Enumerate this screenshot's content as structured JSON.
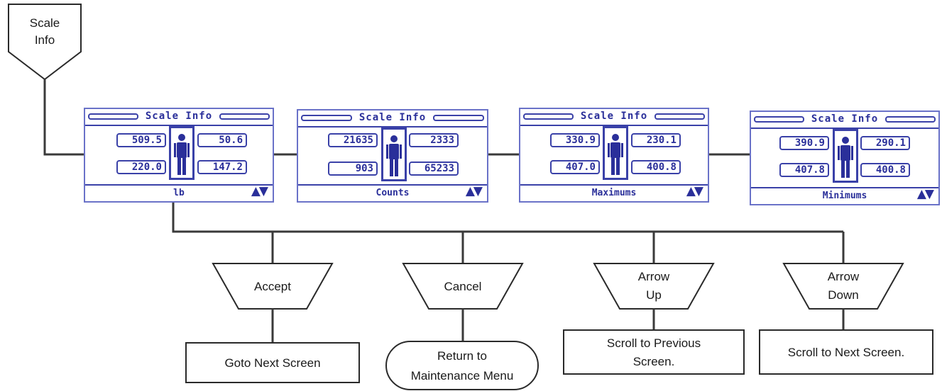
{
  "start": {
    "label_line1": "Scale",
    "label_line2": "Info"
  },
  "screens": [
    {
      "title": "Scale Info",
      "tl": "509.5",
      "tr": "50.6",
      "bl": "220.0",
      "br": "147.2",
      "footer": "lb"
    },
    {
      "title": "Scale Info",
      "tl": "21635",
      "tr": "2333",
      "bl": "903",
      "br": "65233",
      "footer": "Counts"
    },
    {
      "title": "Scale Info",
      "tl": "330.9",
      "tr": "230.1",
      "bl": "407.0",
      "br": "400.8",
      "footer": "Maximums"
    },
    {
      "title": "Scale Info",
      "tl": "390.9",
      "tr": "290.1",
      "bl": "407.8",
      "br": "400.8",
      "footer": "Minimums"
    }
  ],
  "nav_arrows": "▲▼",
  "keys": [
    {
      "line1": "Accept",
      "line2": ""
    },
    {
      "line1": "Cancel",
      "line2": ""
    },
    {
      "line1": "Arrow",
      "line2": "Up"
    },
    {
      "line1": "Arrow",
      "line2": "Down"
    }
  ],
  "actions": [
    {
      "line1": "Goto Next Screen",
      "line2": ""
    },
    {
      "line1": "Return to",
      "line2": "Maintenance Menu"
    },
    {
      "line1": "Scroll to Previous",
      "line2": "Screen."
    },
    {
      "line1": "Scroll to Next Screen.",
      "line2": ""
    }
  ]
}
